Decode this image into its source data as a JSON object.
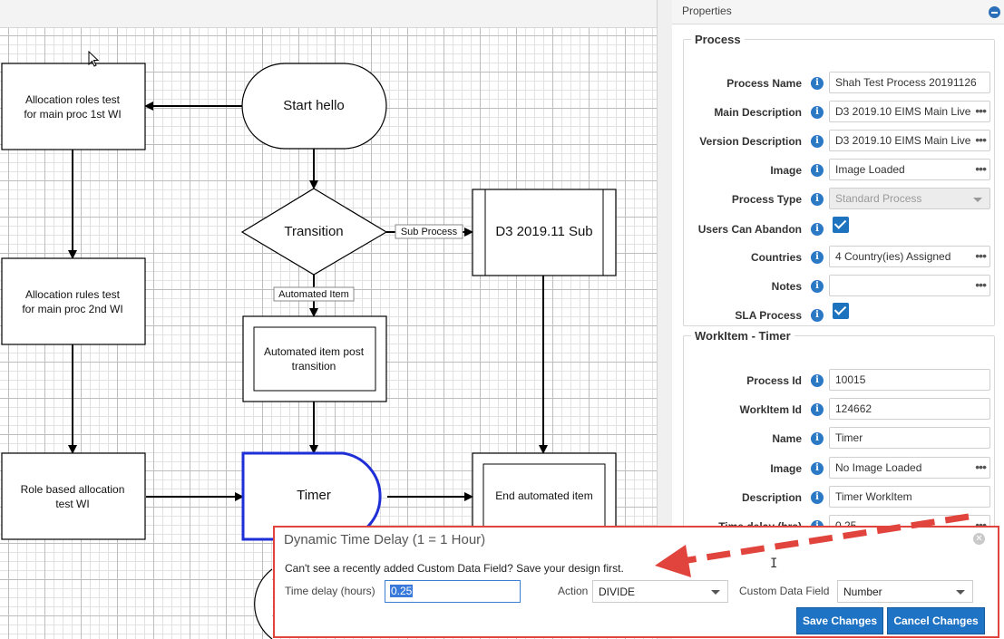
{
  "canvas": {
    "nodes": {
      "alloc1": [
        "Allocation roles test",
        "for main proc 1st WI"
      ],
      "start": "Start hello",
      "transition": "Transition",
      "subproc": "D3 2019.11 Sub",
      "alloc2": [
        "Allocation rules test",
        "for main proc 2nd WI"
      ],
      "automated": [
        "Automated item post",
        "transition"
      ],
      "role": [
        "Role based allocation",
        "test WI"
      ],
      "timer": "Timer",
      "end": "End automated item"
    },
    "edge_labels": {
      "sub_process": "Sub Process",
      "automated_item": "Automated Item"
    }
  },
  "properties": {
    "header": "Properties",
    "process": {
      "legend": "Process",
      "fields": [
        {
          "label": "Process Name",
          "value": "Shah Test Process 20191126"
        },
        {
          "label": "Main Description",
          "value": "D3 2019.10 EIMS Main Live"
        },
        {
          "label": "Version Description",
          "value": "D3 2019.10 EIMS Main Live"
        },
        {
          "label": "Image",
          "value": "Image Loaded"
        },
        {
          "label": "Process Type",
          "value": "Standard Process"
        },
        {
          "label": "Users Can Abandon",
          "value": "checked"
        },
        {
          "label": "Countries",
          "value": "4 Country(ies) Assigned"
        },
        {
          "label": "Notes",
          "value": ""
        },
        {
          "label": "SLA Process",
          "value": "checked"
        }
      ]
    },
    "workitem": {
      "legend": "WorkItem - Timer",
      "fields": [
        {
          "label": "Process Id",
          "value": "10015"
        },
        {
          "label": "WorkItem Id",
          "value": "124662"
        },
        {
          "label": "Name",
          "value": "Timer"
        },
        {
          "label": "Image",
          "value": "No Image Loaded"
        },
        {
          "label": "Description",
          "value": "Timer WorkItem"
        },
        {
          "label": "Time delay (hrs)",
          "value": "0.25"
        }
      ]
    }
  },
  "dialog": {
    "title": "Dynamic Time Delay (1 = 1 Hour)",
    "message": "Can't see a recently added Custom Data Field? Save your design first.",
    "time_delay_label": "Time delay (hours)",
    "time_delay_value": "0.25",
    "action_label": "Action",
    "action_value": "DIVIDE",
    "custom_field_label": "Custom Data Field",
    "custom_field_value": "Number",
    "save_label": "Save Changes",
    "cancel_label": "Cancel Changes"
  },
  "colors": {
    "accent_blue": "#1f73c4",
    "selected_node_border": "#1f2fd6",
    "annotation_red": "#e0443c"
  }
}
